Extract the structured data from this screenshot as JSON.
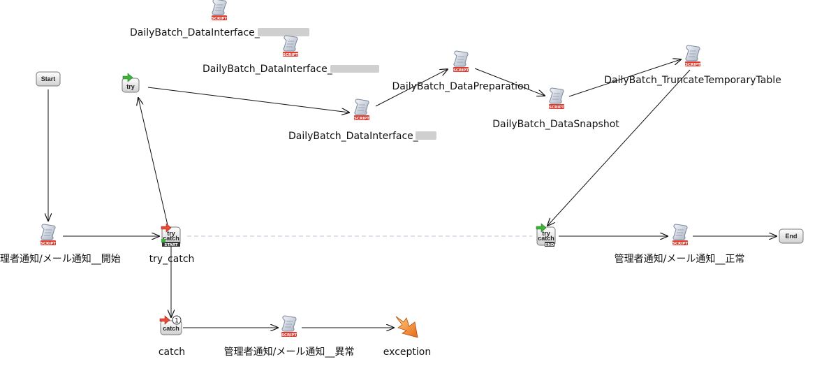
{
  "nodes": {
    "start": {
      "label": "Start"
    },
    "end": {
      "label": "End"
    },
    "try": {
      "label": "try"
    },
    "try_catch_start": {
      "icon_text": "try catch",
      "badge": "START",
      "label": "try_catch"
    },
    "try_catch_end": {
      "icon_text": "try catch",
      "badge": "END"
    },
    "catch": {
      "icon_text": "catch",
      "order": "1",
      "label": "catch"
    },
    "exception": {
      "label": "exception"
    },
    "script_badge": "SCRIPT",
    "scripts": {
      "interface_1": {
        "label": "DailyBatch_DataInterface_"
      },
      "interface_2": {
        "label": "DailyBatch_DataInterface_"
      },
      "interface_3": {
        "label": "DailyBatch_DataInterface_"
      },
      "preparation": {
        "label": "DailyBatch_DataPreparation"
      },
      "snapshot": {
        "label": "DailyBatch_DataSnapshot"
      },
      "truncate": {
        "label": "DailyBatch_TruncateTemporaryTable"
      },
      "notify_start": {
        "label": "理者通知/メール通知__開始"
      },
      "notify_normal": {
        "label": "管理者通知/メール通知__正常"
      },
      "notify_error": {
        "label": "管理者通知/メール通知__異常"
      }
    }
  },
  "colors": {
    "edge": "#111111",
    "dashed_edge": "#c8cfe0",
    "script_badge": "#e0392b",
    "scroll_icon": "#9aa6b8",
    "arrow_green": "#3cb43c",
    "arrow_red": "#e84a3a",
    "exception_orange": "#f08a1c"
  }
}
